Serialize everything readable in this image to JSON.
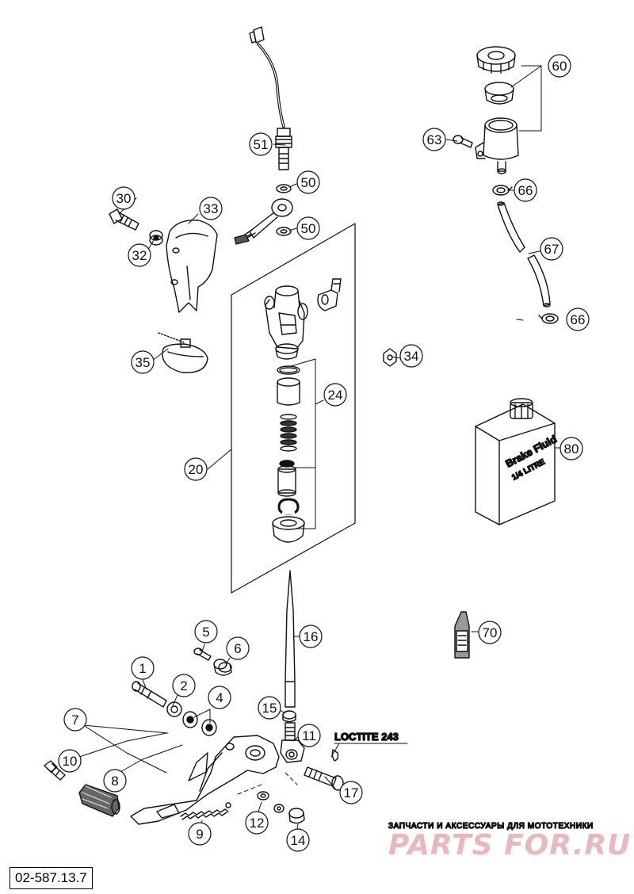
{
  "callouts": [
    "1",
    "2",
    "4",
    "5",
    "6",
    "7",
    "8",
    "9",
    "10",
    "11",
    "12",
    "14",
    "15",
    "16",
    "17",
    "20",
    "24",
    "30",
    "32",
    "33",
    "34",
    "35",
    "50",
    "50",
    "51",
    "60",
    "63",
    "66",
    "66",
    "67",
    "70",
    "80"
  ],
  "loctite_label": "LOCTITE 243",
  "brake_fluid": {
    "line1": "Brake Fluid",
    "line2": "1/4 LITRE"
  },
  "watermark": {
    "top": "ЗАПЧАСТИ И АКСЕССУАРЫ ДЛЯ МОТОТЕХНИКИ",
    "main": "PARTS FOR.RU"
  },
  "drawing_code": "02-587.13.7"
}
